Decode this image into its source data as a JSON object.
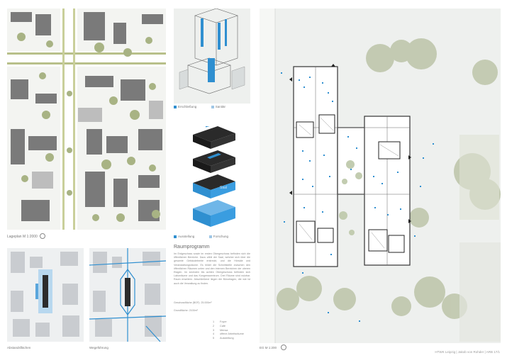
{
  "site_plan": {
    "caption": "Lageplan M 1:2000"
  },
  "diagrams": {
    "circulation": {
      "legend_a": "Erschließung",
      "legend_b": "Sanitär"
    },
    "volumes": {
      "legend_a": "Ausstellung",
      "legend_b": "Forschung",
      "hall_label": "Saal"
    }
  },
  "small_maps": {
    "distance_caption": "Abstandsflächen",
    "path_caption": "Wegeführung"
  },
  "program": {
    "heading": "Raumprogramm",
    "paragraph": "Im Erdgeschoss sowie im ersten Obergeschoss befinden sich die öffentlichen Bereiche. Dazu zählt der Saal, welcher sich über die gesamte Gebäudebreite erstreckt, und die Hörsäle und Veranstaltungsräume. Es bildet die Schnittstelle zwischen den öffentlichen Räumen unten und den internen Bereichen der oberen Etagen. Im sechsten bis achten Obergeschoss befinden sich Laborräume und das Kongresszentrum. Drei Räume sind nutzbar. Raum erweitern. Abschließend liegen die Büroetagen, die wie ist auch die Verwaltung zu finden.",
    "floor_area": "Geschossfläche (BGF): 25.000m²",
    "base_area": "Grundfläche: 2100m²",
    "list": [
      {
        "n": "1",
        "label": "Foyer"
      },
      {
        "n": "2",
        "label": "Café"
      },
      {
        "n": "3",
        "label": "Mensa"
      },
      {
        "n": "4",
        "label": "offene Arbeitsräume"
      },
      {
        "n": "5",
        "label": "Ausstellung"
      }
    ]
  },
  "ground_floor": {
    "caption": "EG M 1:200"
  },
  "footer": {
    "credit": "HTWK Leipzig | Jakob von Rohder | ARB 17/1"
  },
  "colors": {
    "accent": "#2f8fd0",
    "building": "#555555",
    "tree": "#9aaa7a",
    "panel": "#eef0ee"
  },
  "icons": [
    "north-arrow-icon"
  ]
}
